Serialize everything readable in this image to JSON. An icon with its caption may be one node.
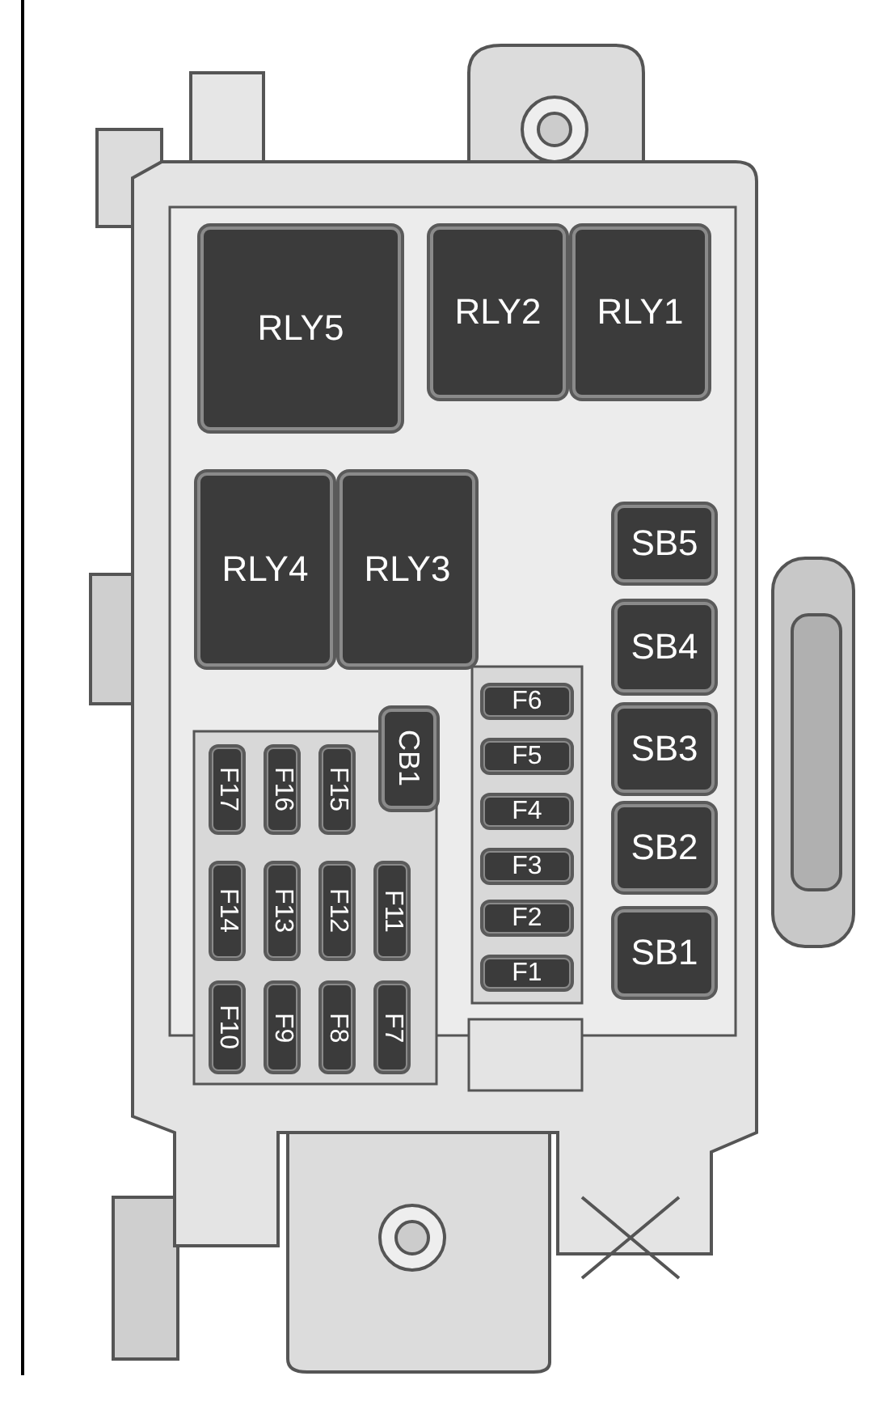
{
  "diagram": {
    "nodes": [
      {
        "text": [
          "RLY5"
        ]
      },
      {
        "text": [
          "RLY2"
        ]
      },
      {
        "text": [
          "RLY1"
        ]
      },
      {
        "text": [
          "RLY4"
        ]
      },
      {
        "text": [
          "RLY3"
        ]
      },
      {
        "text": [
          "SB5"
        ]
      },
      {
        "text": [
          "SB4"
        ]
      },
      {
        "text": [
          "F6"
        ]
      },
      {
        "text": [
          "F5"
        ]
      },
      {
        "text": [
          "CB1"
        ]
      },
      {
        "text": [
          "SB3"
        ]
      },
      {
        "text": [
          "F17"
        ]
      },
      {
        "text": [
          "F16"
        ]
      },
      {
        "text": [
          "F15"
        ]
      },
      {
        "text": [
          "F4"
        ]
      },
      {
        "text": [
          "SB2"
        ]
      },
      {
        "text": [
          "F3"
        ]
      },
      {
        "text": [
          "F14"
        ]
      },
      {
        "text": [
          "F13"
        ]
      },
      {
        "text": [
          "F12"
        ]
      },
      {
        "text": [
          "F11"
        ]
      },
      {
        "text": [
          "F2"
        ]
      },
      {
        "text": [
          "SB1"
        ]
      },
      {
        "text": [
          "F1"
        ]
      },
      {
        "text": [
          "F10"
        ]
      },
      {
        "text": [
          "F9"
        ]
      },
      {
        "text": [
          "F8"
        ]
      },
      {
        "text": [
          "F7"
        ]
      }
    ]
  }
}
